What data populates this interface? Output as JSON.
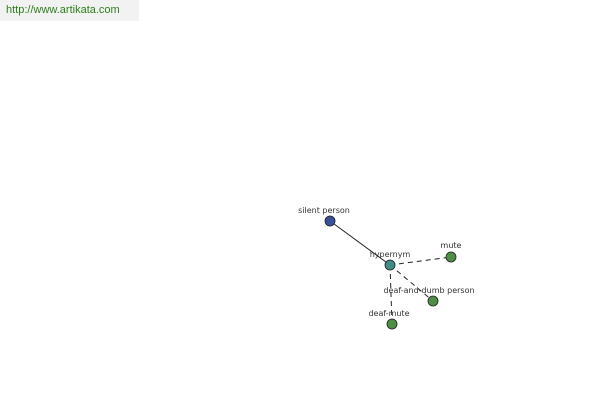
{
  "site": {
    "url": "http://www.artikata.com"
  },
  "graph": {
    "nodes": {
      "silent_person": {
        "label": "silent person",
        "role": "term",
        "color": "#3a4f9a"
      },
      "hypernym": {
        "label": "hypernym",
        "role": "relation",
        "color": "#3f8c84"
      },
      "mute": {
        "label": "mute",
        "role": "related",
        "color": "#4e8f45"
      },
      "deaf_and_dumb_person": {
        "label": "deaf-and-dumb person",
        "role": "related",
        "color": "#4e8f45"
      },
      "deaf_mute": {
        "label": "deaf-mute",
        "role": "related",
        "color": "#4e8f45"
      }
    },
    "edges": [
      {
        "from": "silent_person",
        "to": "hypernym",
        "style": "solid"
      },
      {
        "from": "hypernym",
        "to": "mute",
        "style": "dashed"
      },
      {
        "from": "hypernym",
        "to": "deaf_and_dumb_person",
        "style": "dashed"
      },
      {
        "from": "hypernym",
        "to": "deaf_mute",
        "style": "dashed"
      }
    ]
  }
}
